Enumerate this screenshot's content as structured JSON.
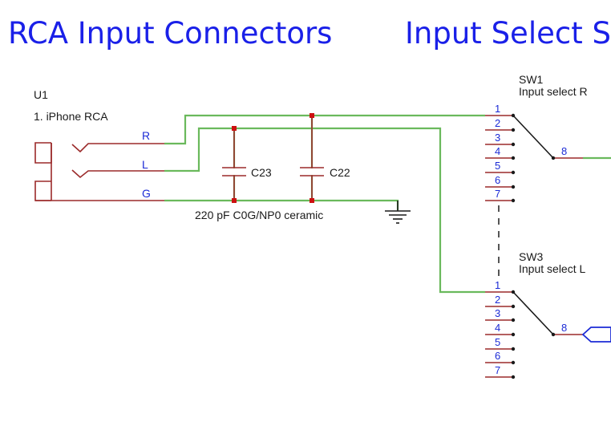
{
  "headings": {
    "rca_input_connectors": "RCA Input Connectors",
    "input_select": "Input Select S"
  },
  "u1": {
    "ref": "U1",
    "value": "1. iPhone RCA",
    "pin_r": "R",
    "pin_l": "L",
    "pin_g": "G"
  },
  "caps": {
    "c23": "C23",
    "c22": "C22",
    "note": "220 pF C0G/NP0 ceramic"
  },
  "sw1": {
    "ref": "SW1",
    "value": "Input select R",
    "pins": [
      "1",
      "2",
      "3",
      "4",
      "5",
      "6",
      "7"
    ],
    "common_pin": "8"
  },
  "sw3": {
    "ref": "SW3",
    "value": "Input select L",
    "pins": [
      "1",
      "2",
      "3",
      "4",
      "5",
      "6",
      "7"
    ],
    "common_pin": "8"
  },
  "colors": {
    "heading": "#1a20e8",
    "wire": "#6ab95c",
    "component": "#9b2a2a",
    "junction": "#cc1111",
    "pin_number": "#1c2bd6"
  }
}
